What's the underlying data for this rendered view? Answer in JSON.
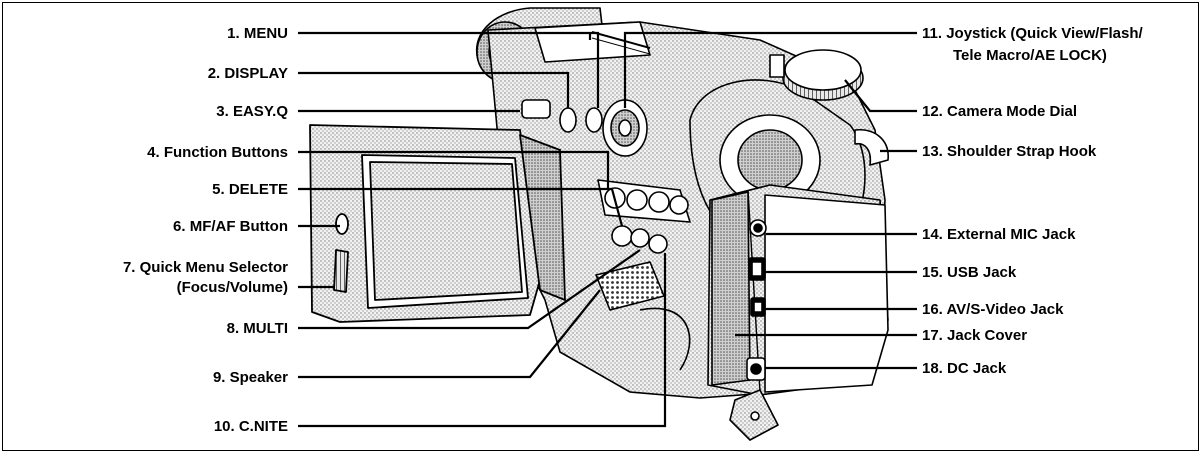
{
  "labels_left": [
    {
      "id": "menu",
      "text": "1. MENU"
    },
    {
      "id": "display",
      "text": "2. DISPLAY"
    },
    {
      "id": "easyq",
      "text": "3. EASY.Q"
    },
    {
      "id": "function",
      "text": "4. Function Buttons"
    },
    {
      "id": "delete",
      "text": "5. DELETE"
    },
    {
      "id": "mfaf",
      "text": "6. MF/AF Button"
    },
    {
      "id": "quickmenu",
      "text": "7. Quick Menu Selector"
    },
    {
      "id": "quickmenu2",
      "text": "(Focus/Volume)"
    },
    {
      "id": "multi",
      "text": "8. MULTI"
    },
    {
      "id": "speaker",
      "text": "9. Speaker"
    },
    {
      "id": "cnite",
      "text": "10. C.NITE"
    }
  ],
  "labels_right": [
    {
      "id": "joystick",
      "text": "11. Joystick (Quick View/Flash/"
    },
    {
      "id": "joystick2",
      "text": "Tele Macro/AE LOCK)"
    },
    {
      "id": "modedial",
      "text": "12. Camera Mode Dial"
    },
    {
      "id": "strap",
      "text": "13. Shoulder Strap Hook"
    },
    {
      "id": "mic",
      "text": "14. External MIC Jack"
    },
    {
      "id": "usb",
      "text": "15. USB Jack"
    },
    {
      "id": "av",
      "text": "16. AV/S-Video Jack"
    },
    {
      "id": "cover",
      "text": "17. Jack Cover"
    },
    {
      "id": "dc",
      "text": "18. DC Jack"
    }
  ]
}
